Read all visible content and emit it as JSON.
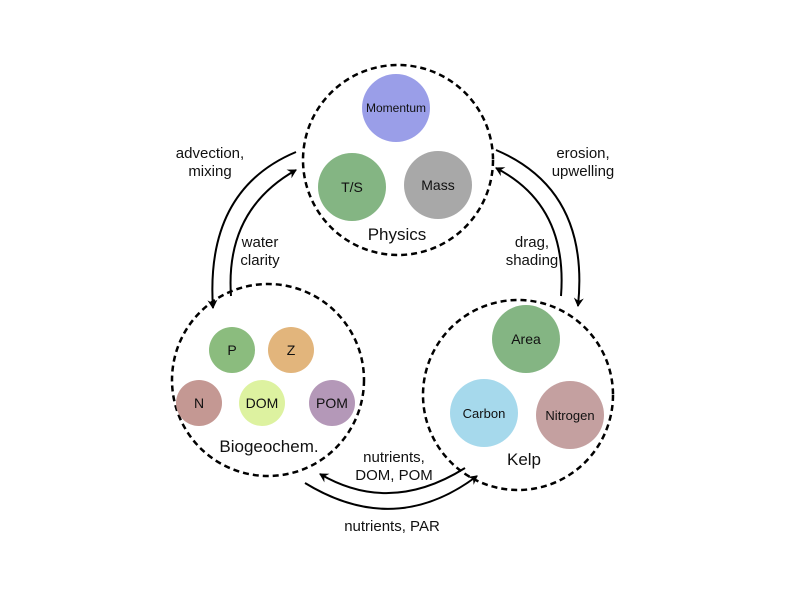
{
  "groups": [
    {
      "id": "physics",
      "label": "Physics",
      "nodes": [
        {
          "label": "Momentum",
          "color": "#9a9ee8"
        },
        {
          "label": "T/S",
          "color": "#84b583"
        },
        {
          "label": "Mass",
          "color": "#a8a8a8"
        }
      ]
    },
    {
      "id": "biogeochem",
      "label": "Biogeochem.",
      "nodes": [
        {
          "label": "P",
          "color": "#8bbc7e"
        },
        {
          "label": "Z",
          "color": "#e2b57c"
        },
        {
          "label": "N",
          "color": "#c49893"
        },
        {
          "label": "DOM",
          "color": "#ddf2a0"
        },
        {
          "label": "POM",
          "color": "#b498b8"
        }
      ]
    },
    {
      "id": "kelp",
      "label": "Kelp",
      "nodes": [
        {
          "label": "Area",
          "color": "#84b583"
        },
        {
          "label": "Carbon",
          "color": "#a6d9ec"
        },
        {
          "label": "Nitrogen",
          "color": "#c4a0a0"
        }
      ]
    }
  ],
  "edges": [
    {
      "id": "physics-to-bgc",
      "label_lines": [
        "advection,",
        "mixing"
      ]
    },
    {
      "id": "bgc-to-physics",
      "label_lines": [
        "water",
        "clarity"
      ]
    },
    {
      "id": "physics-to-kelp",
      "label_lines": [
        "erosion,",
        "upwelling"
      ]
    },
    {
      "id": "kelp-to-physics",
      "label_lines": [
        "drag,",
        "shading"
      ]
    },
    {
      "id": "kelp-to-bgc",
      "label_lines": [
        "nutrients,",
        "DOM, POM"
      ]
    },
    {
      "id": "bgc-to-kelp",
      "label_lines": [
        "nutrients, PAR"
      ]
    }
  ]
}
